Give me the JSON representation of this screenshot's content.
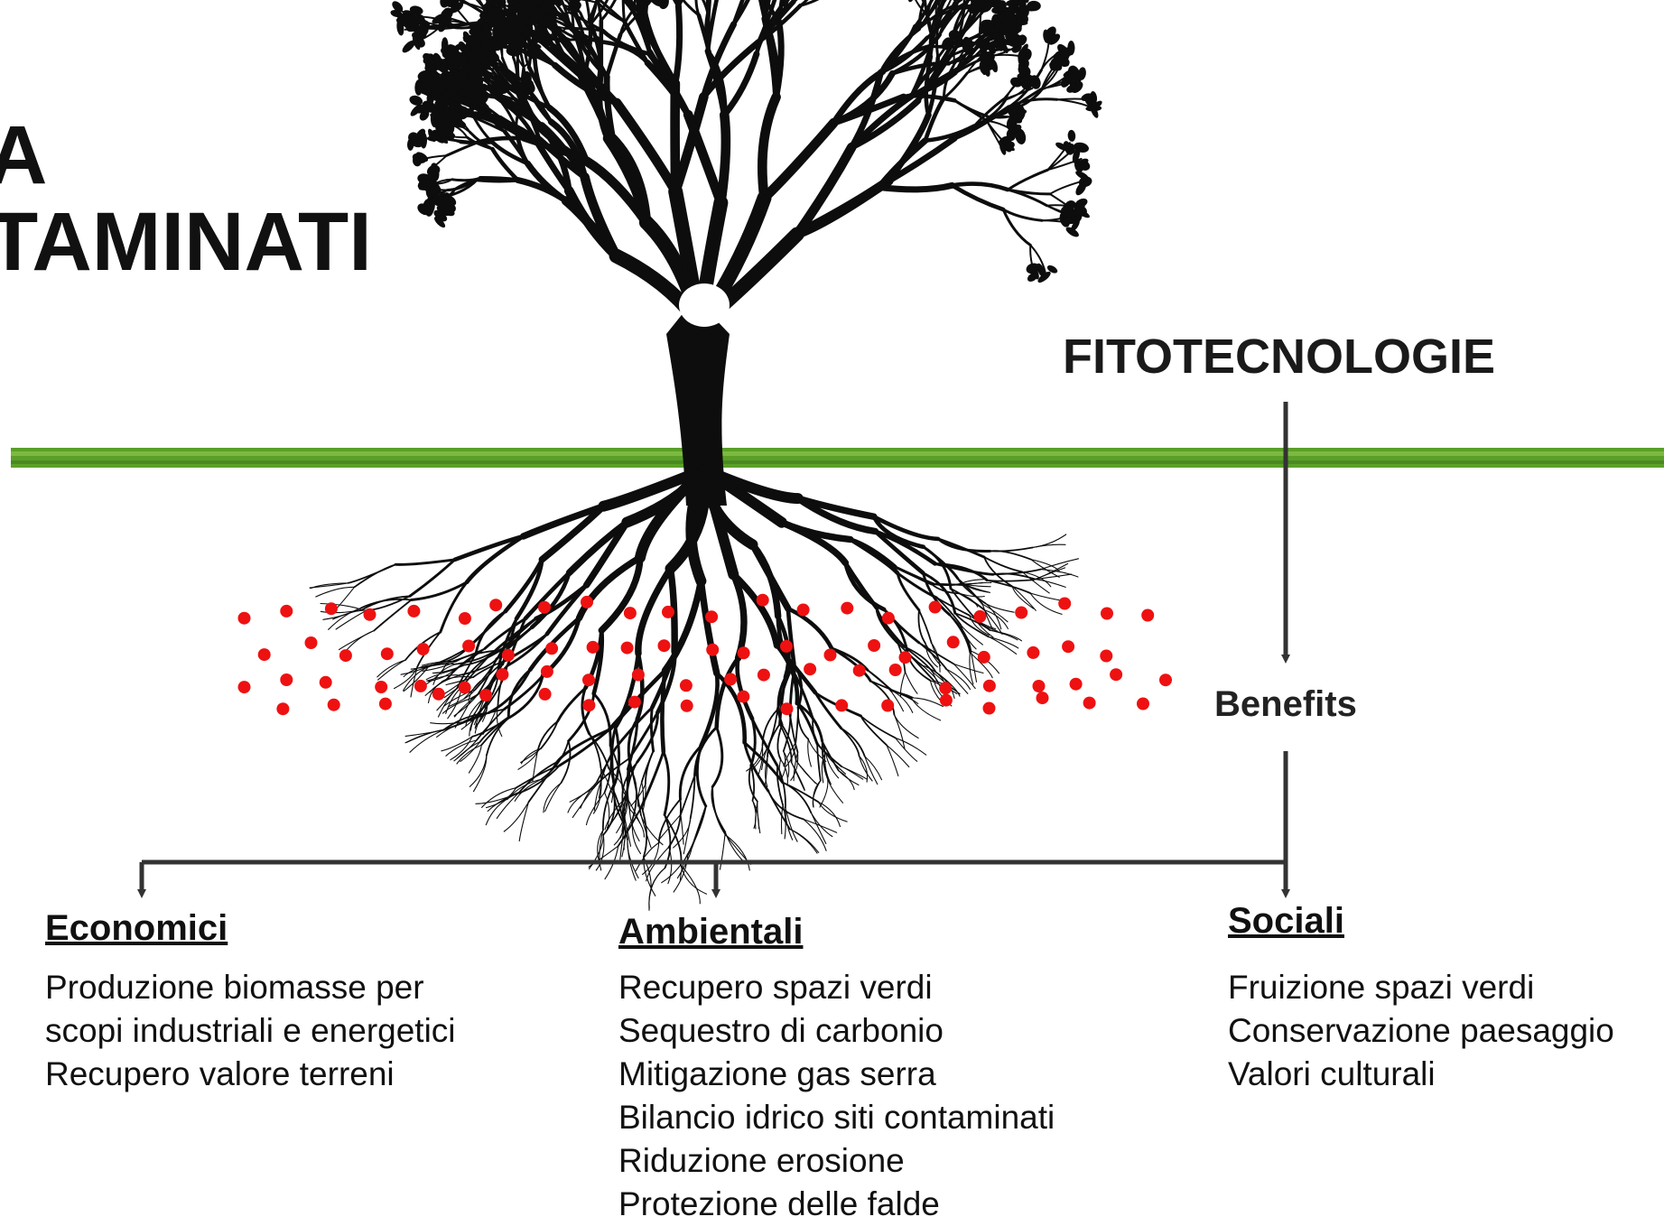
{
  "title": {
    "line1": "A",
    "line2": "TAMINATI"
  },
  "label_top": "FITOTECNOLOGIE",
  "label_middle": "Benefits",
  "categories": [
    {
      "heading": "Economici",
      "items": [
        "Produzione biomasse per",
        "scopi industriali e energetici",
        "Recupero valore terreni"
      ]
    },
    {
      "heading": "Ambientali",
      "items": [
        "Recupero spazi verdi",
        "Sequestro di carbonio",
        "Mitigazione gas serra",
        "Bilancio idrico siti contaminati",
        "Riduzione erosione",
        "Protezione delle falde"
      ]
    },
    {
      "heading": "Sociali",
      "items": [
        "Fruizione spazi verdi",
        "Conservazione paesaggio",
        "Valori culturali"
      ]
    }
  ],
  "colors": {
    "grass": "#5aa028",
    "tree": "#0d0d0d",
    "contaminant_dots": "#ee1111",
    "arrows": "#333333"
  },
  "icons": [
    "tree-illustration",
    "grass-strip",
    "contaminant-dots",
    "flow-arrows"
  ]
}
